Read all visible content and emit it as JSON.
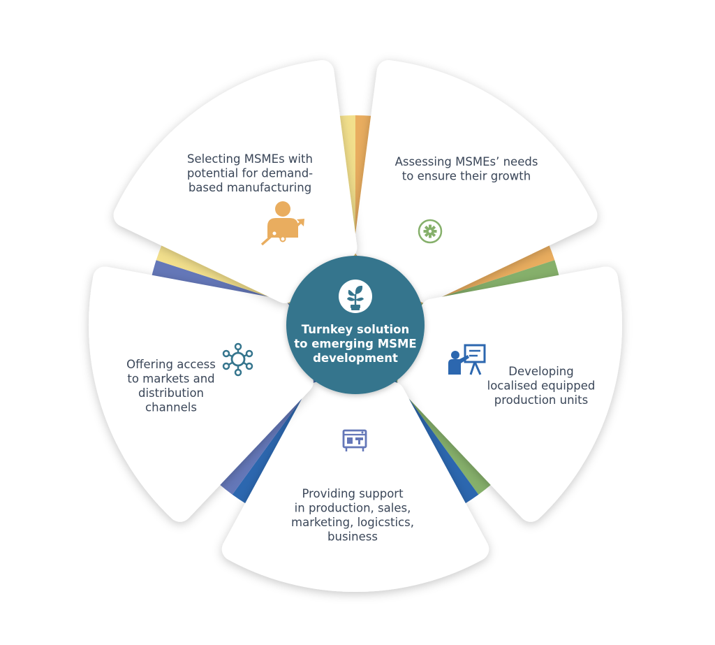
{
  "center": {
    "title_lines": [
      "Turnkey solution",
      "to emerging MSME",
      "development"
    ],
    "icon": "plant-growth-icon",
    "color": "#35758d"
  },
  "segments": [
    {
      "id": "selecting",
      "lines": [
        "Selecting MSMEs with",
        "potential for demand-",
        "based manufacturing"
      ],
      "icon": "person-growth-chart-icon",
      "color": "#e9ad5f"
    },
    {
      "id": "assessing",
      "lines": [
        "Assessing MSMEs’ needs",
        "to ensure their growth"
      ],
      "icon": "gear-icon",
      "color": "#86b06b"
    },
    {
      "id": "developing",
      "lines": [
        "Developing",
        "localised equipped",
        "production units"
      ],
      "icon": "presenter-board-icon",
      "color": "#2c67af"
    },
    {
      "id": "providing",
      "lines": [
        "Providing support",
        "in production, sales,",
        "marketing, logicstics,",
        "business"
      ],
      "icon": "machine-icon",
      "color": "#6477b8"
    },
    {
      "id": "offering",
      "lines": [
        "Offering access",
        "to markets and",
        "distribution",
        "channels"
      ],
      "icon": "network-hub-icon",
      "color": "#f2df8c"
    }
  ]
}
